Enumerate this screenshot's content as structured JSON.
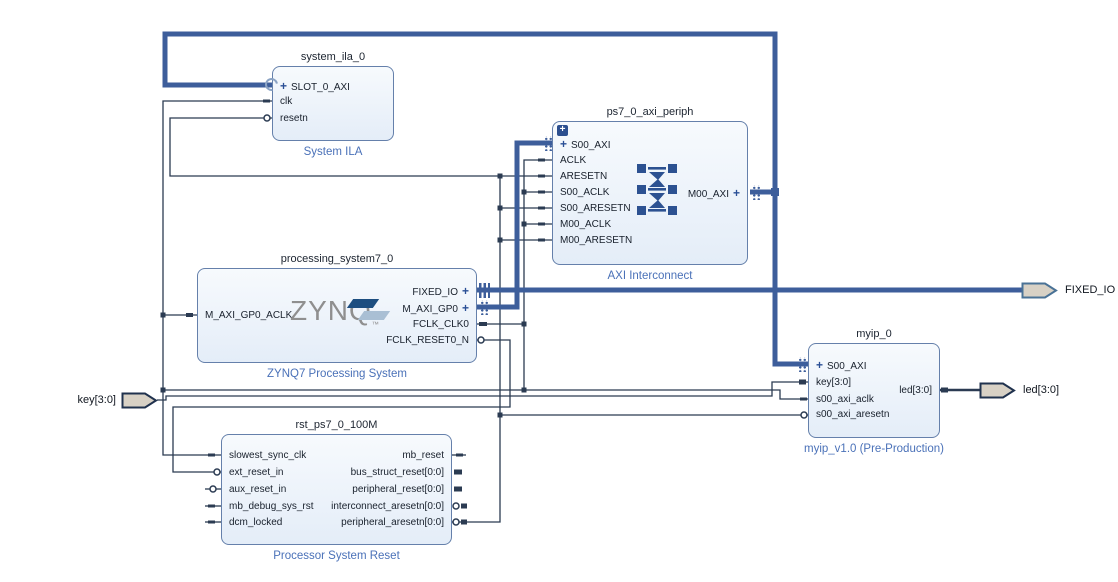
{
  "colors": {
    "bus_wire": "#3d5e9b",
    "signal_wire": "#2b3b52",
    "block_border": "#6580ab",
    "block_fill_top": "#f7fafd",
    "block_fill_bottom": "#e4edf8",
    "type_label_blue": "#4a71b8",
    "ext_port_fill": "#d8d1c5",
    "zynq_logo_gray": "#8f8f8f"
  },
  "icons": {
    "plus": "+"
  },
  "blocks": {
    "ila": {
      "title": "system_ila_0",
      "type": "System ILA",
      "ports": {
        "slot": "SLOT_0_AXI",
        "clk": "clk",
        "resetn": "resetn"
      }
    },
    "axi": {
      "title": "ps7_0_axi_periph",
      "type": "AXI Interconnect",
      "ports": {
        "s00_axi": "S00_AXI",
        "aclk": "ACLK",
        "aresetn": "ARESETN",
        "s00_aclk": "S00_ACLK",
        "s00_aresetn": "S00_ARESETN",
        "m00_aclk": "M00_ACLK",
        "m00_aresetn": "M00_ARESETN",
        "m00_axi": "M00_AXI"
      }
    },
    "ps7": {
      "title": "processing_system7_0",
      "type": "ZYNQ7 Processing System",
      "logo": "ZYNQ",
      "logo_tm": "™",
      "ports": {
        "m_axi_gp0_aclk": "M_AXI_GP0_ACLK",
        "fixed_io": "FIXED_IO",
        "m_axi_gp0": "M_AXI_GP0",
        "fclk_clk0": "FCLK_CLK0",
        "fclk_reset0_n": "FCLK_RESET0_N"
      }
    },
    "myip": {
      "title": "myip_0",
      "type": "myip_v1.0 (Pre-Production)",
      "ports": {
        "s00_axi": "S00_AXI",
        "key": "key[3:0]",
        "s00_axi_aclk": "s00_axi_aclk",
        "s00_axi_aresetn": "s00_axi_aresetn",
        "led": "led[3:0]"
      }
    },
    "rst": {
      "title": "rst_ps7_0_100M",
      "type": "Processor System Reset",
      "ports": {
        "slowest_sync_clk": "slowest_sync_clk",
        "ext_reset_in": "ext_reset_in",
        "aux_reset_in": "aux_reset_in",
        "mb_debug_sys_rst": "mb_debug_sys_rst",
        "dcm_locked": "dcm_locked",
        "mb_reset": "mb_reset",
        "bus_struct_reset": "bus_struct_reset[0:0]",
        "peripheral_reset": "peripheral_reset[0:0]",
        "interconnect_aresetn": "interconnect_aresetn[0:0]",
        "peripheral_aresetn": "peripheral_aresetn[0:0]"
      }
    }
  },
  "external_ports": {
    "key": "key[3:0]",
    "fixed_io": "FIXED_IO",
    "led": "led[3:0]"
  }
}
